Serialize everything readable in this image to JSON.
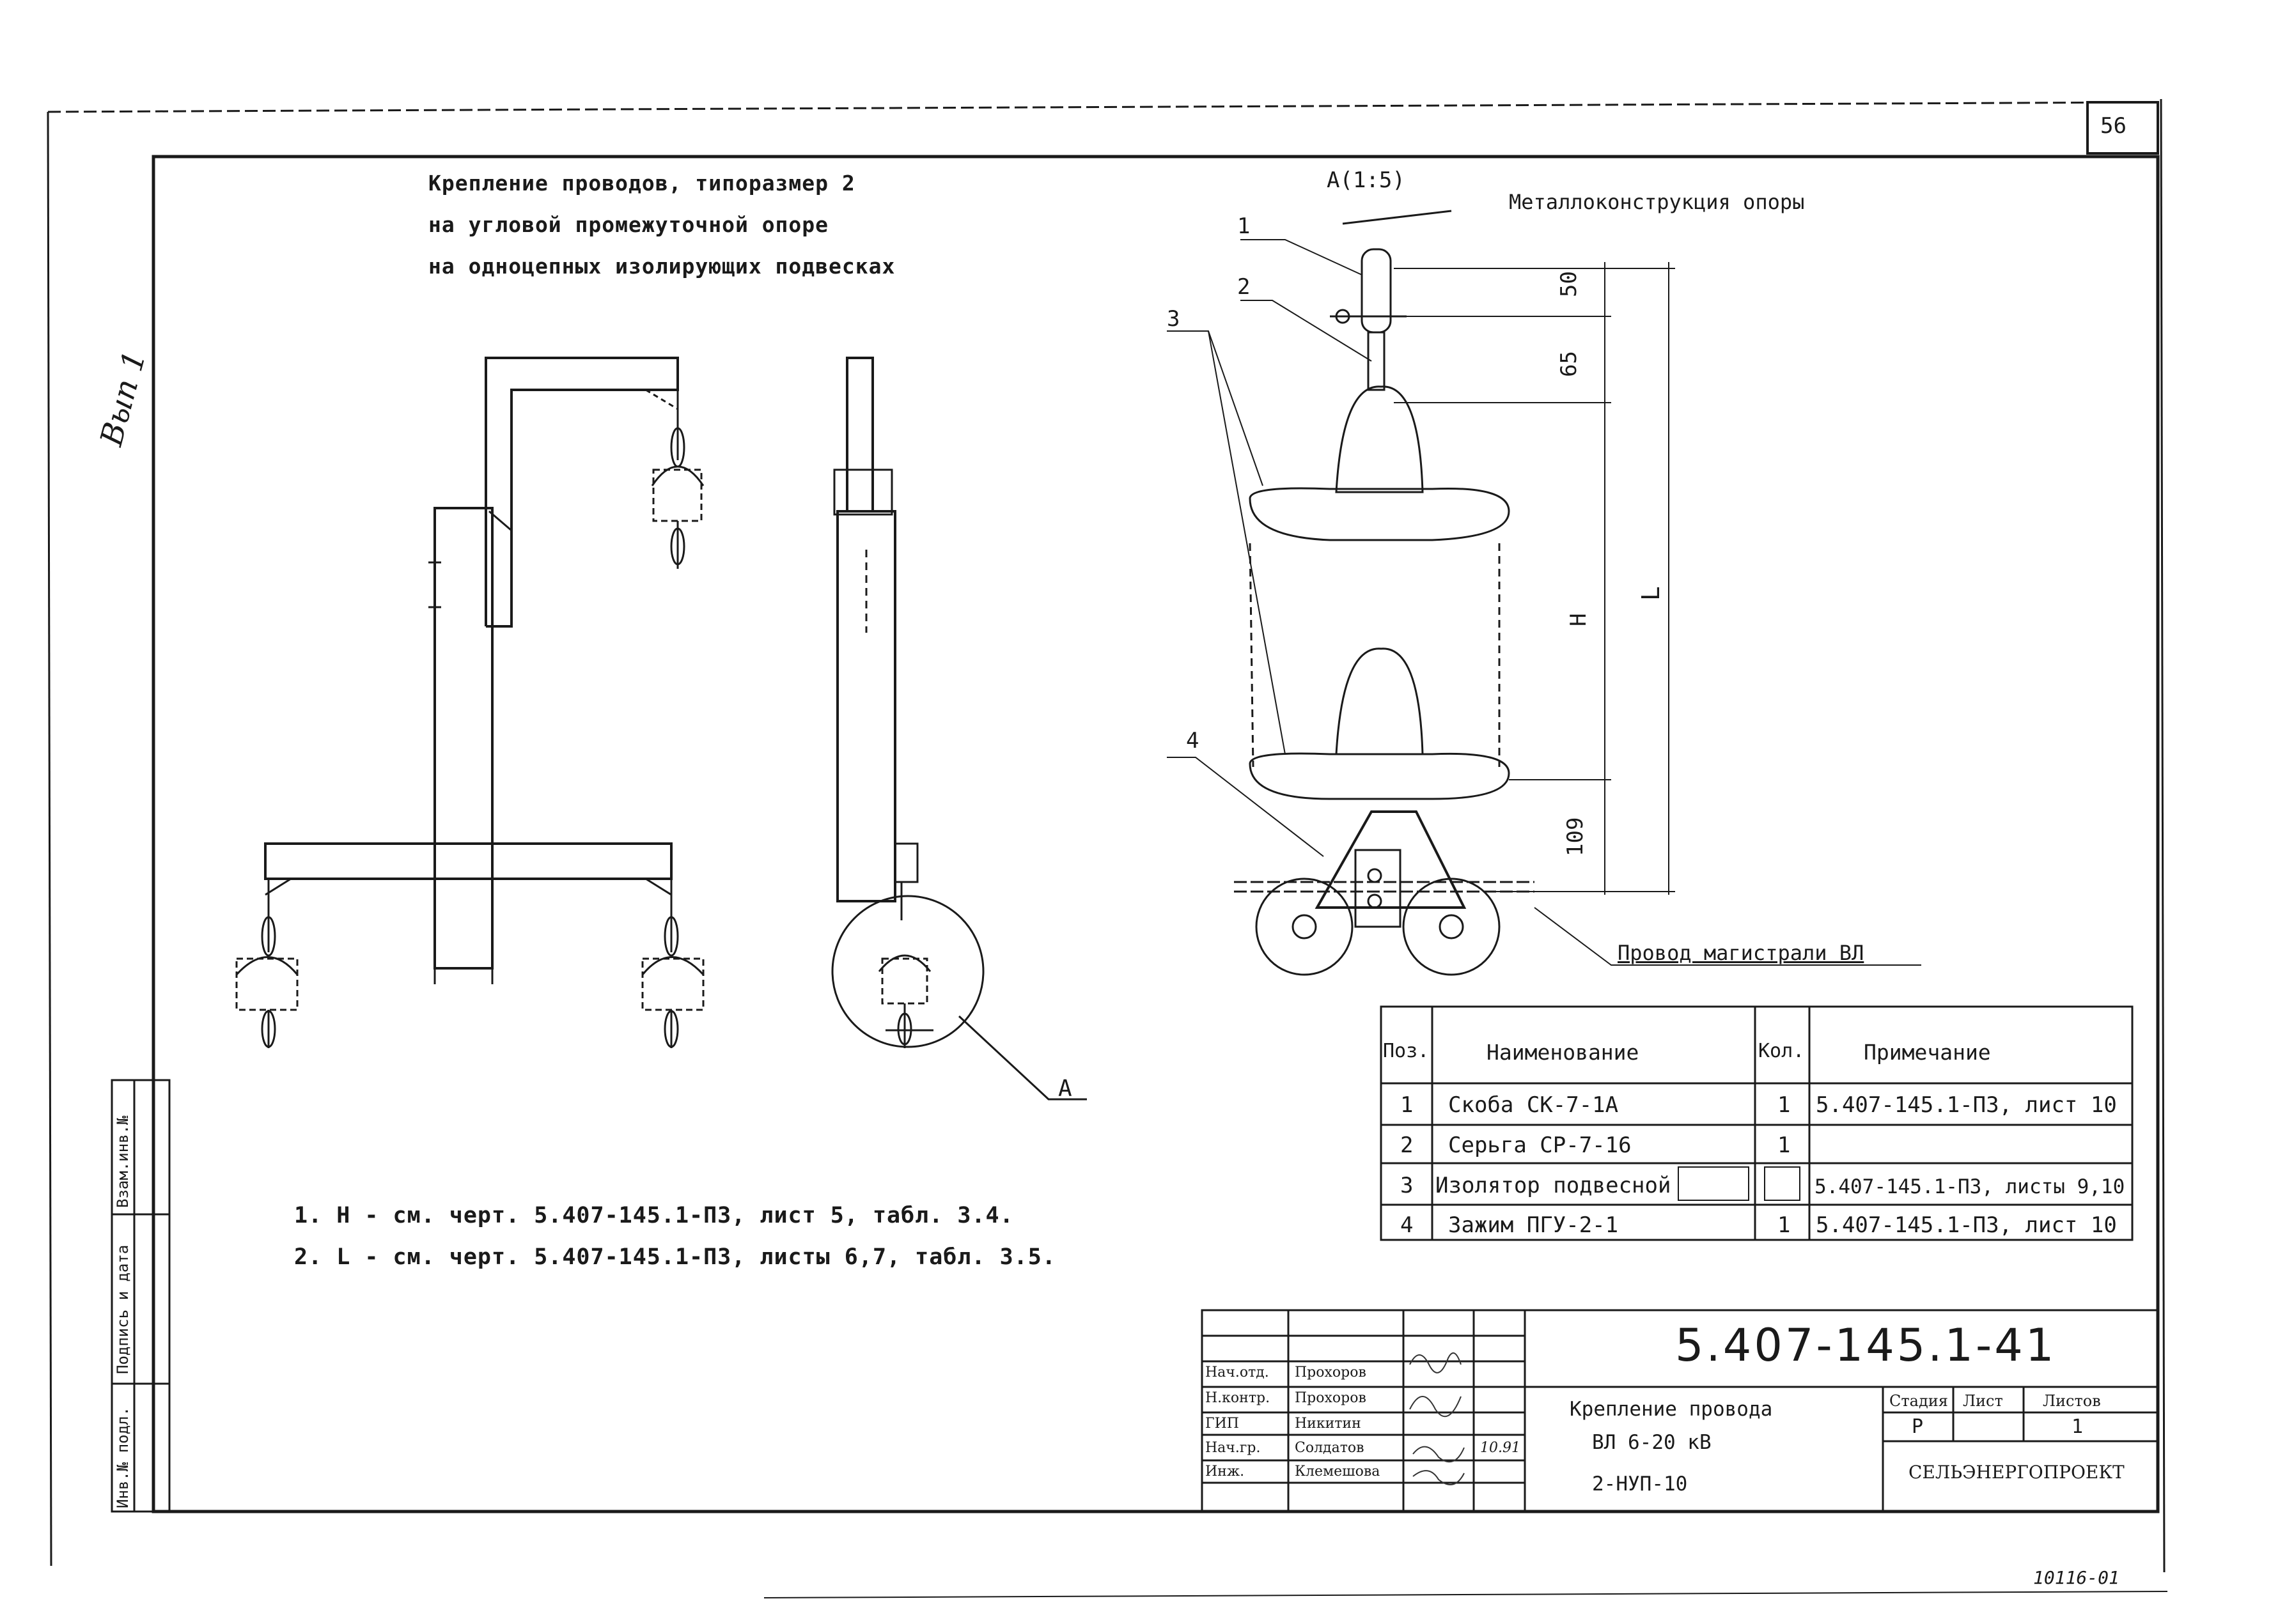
{
  "sheet_number": "56",
  "margin_note": "Вып 1",
  "title_lines": [
    "Крепление проводов, типоразмер 2",
    "на угловой промежуточной опоре",
    "на одноцепных изолирующих подвесках"
  ],
  "view_label": "А(1:5)",
  "callout_A": "А",
  "labels": {
    "metal_structure": "Металлоконструкция опоры",
    "wire": "Провод магистрали ВЛ",
    "pos1": "1",
    "pos2": "2",
    "pos3": "3",
    "pos4": "4"
  },
  "dimensions": {
    "d50": "50",
    "d65": "65",
    "dH": "Н",
    "dL": "L",
    "d109": "109"
  },
  "notes": [
    "1. Н - см. черт. 5.407-145.1-ПЗ, лист 5, табл. 3.4.",
    "2. L - см. черт. 5.407-145.1-ПЗ, листы 6,7, табл. 3.5."
  ],
  "spec_table": {
    "headers": [
      "Поз.",
      "Наименование",
      "Кол.",
      "Примечание"
    ],
    "rows": [
      {
        "pos": "1",
        "name": "Скоба СК-7-1А",
        "qty": "1",
        "note": "5.407-145.1-ПЗ, лист 10"
      },
      {
        "pos": "2",
        "name": "Серьга СР-7-16",
        "qty": "1",
        "note": ""
      },
      {
        "pos": "3",
        "name": "Изолятор подвесной",
        "qty": "",
        "note": "5.407-145.1-ПЗ, листы 9,10"
      },
      {
        "pos": "4",
        "name": "Зажим ПГУ-2-1",
        "qty": "1",
        "note": "5.407-145.1-ПЗ, лист 10"
      }
    ]
  },
  "side_stamp": [
    "Взам.инв.№",
    "Подпись и дата",
    "Инв.№ подл."
  ],
  "title_block": {
    "doc_number": "5.407-145.1-41",
    "description": [
      "Крепление провода",
      "ВЛ 6-20 кВ",
      "2-НУП-10"
    ],
    "roles": [
      {
        "role": "Нач.отд.",
        "name": "Прохоров"
      },
      {
        "role": "Н.контр.",
        "name": "Прохоров"
      },
      {
        "role": "ГИП",
        "name": "Никитин"
      },
      {
        "role": "Нач.гр.",
        "name": "Солдатов"
      },
      {
        "role": "Инж.",
        "name": "Клемешова"
      }
    ],
    "date_mark": "10.91",
    "stage_header": "Стадия",
    "sheet_header": "Лист",
    "sheets_header": "Листов",
    "stage": "Р",
    "sheets": "1",
    "organization": "СЕЛЬЭНЕРГОПРОЕКТ"
  },
  "bottom_code": "10116-01"
}
